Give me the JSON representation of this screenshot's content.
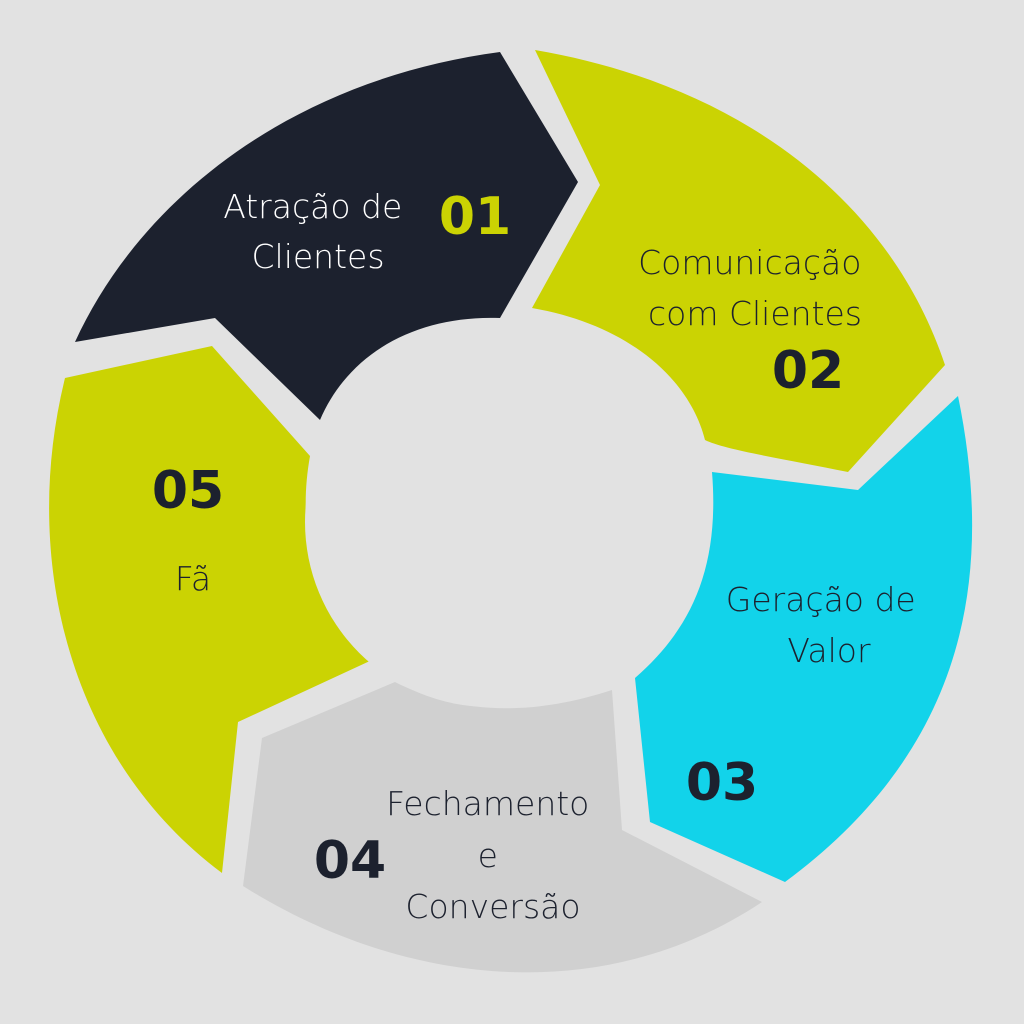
{
  "colors": {
    "background": "#e2e2e2",
    "step_1": "#1c212e",
    "step_2": "#cbd303",
    "step_3": "#12d3ea",
    "step_4": "#d0d0d0",
    "step_5": "#cbd303",
    "dark_text": "#1c212e",
    "light_text": "#ffffff",
    "accent_number": "#cbd303"
  },
  "steps": [
    {
      "number": "01",
      "label_lines": [
        "Atração de",
        "Clientes"
      ]
    },
    {
      "number": "02",
      "label_lines": [
        "Comunicação",
        "com Clientes"
      ]
    },
    {
      "number": "03",
      "label_lines": [
        "Geração de",
        "Valor"
      ]
    },
    {
      "number": "04",
      "label_lines": [
        "Fechamento",
        "e",
        "Conversão"
      ]
    },
    {
      "number": "05",
      "label_lines": [
        "Fã"
      ]
    }
  ]
}
